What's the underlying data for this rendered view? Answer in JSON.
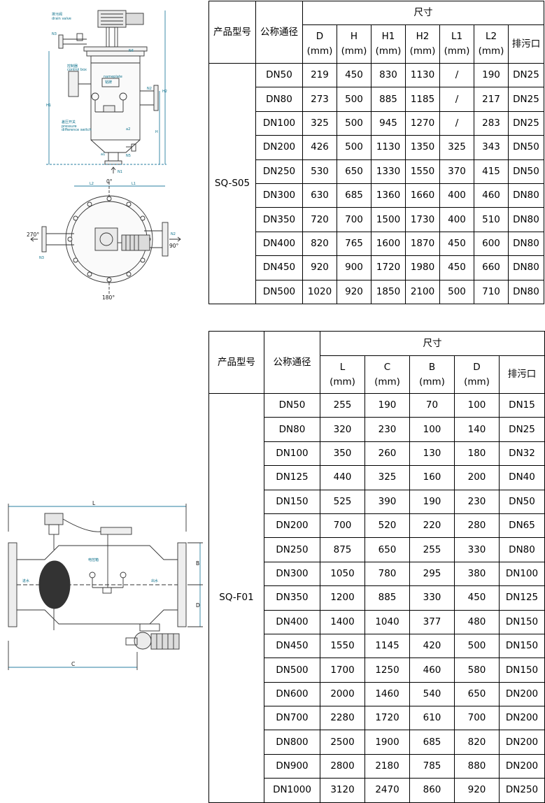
{
  "s05": {
    "header": {
      "model": "产品型号",
      "dn": "公称通径",
      "dims": "尺寸",
      "cols": [
        {
          "name": "D",
          "unit": "(mm)"
        },
        {
          "name": "H",
          "unit": "(mm)"
        },
        {
          "name": "H1",
          "unit": "(mm)"
        },
        {
          "name": "H2",
          "unit": "(mm)"
        },
        {
          "name": "L1",
          "unit": "(mm)"
        },
        {
          "name": "L2",
          "unit": "(mm)"
        }
      ],
      "drain": "排污口"
    },
    "model": "SQ-S05",
    "rows": [
      [
        "DN50",
        "219",
        "450",
        "830",
        "1130",
        "/",
        "190",
        "DN25"
      ],
      [
        "DN80",
        "273",
        "500",
        "885",
        "1185",
        "/",
        "217",
        "DN25"
      ],
      [
        "DN100",
        "325",
        "500",
        "945",
        "1270",
        "/",
        "283",
        "DN25"
      ],
      [
        "DN200",
        "426",
        "500",
        "1130",
        "1350",
        "325",
        "343",
        "DN50"
      ],
      [
        "DN250",
        "530",
        "650",
        "1330",
        "1550",
        "370",
        "415",
        "DN50"
      ],
      [
        "DN300",
        "630",
        "685",
        "1360",
        "1660",
        "400",
        "460",
        "DN80"
      ],
      [
        "DN350",
        "720",
        "700",
        "1500",
        "1730",
        "400",
        "510",
        "DN80"
      ],
      [
        "DN400",
        "820",
        "765",
        "1600",
        "1870",
        "450",
        "600",
        "DN80"
      ],
      [
        "DN450",
        "920",
        "900",
        "1720",
        "1980",
        "450",
        "660",
        "DN80"
      ],
      [
        "DN500",
        "1020",
        "920",
        "1850",
        "2100",
        "500",
        "710",
        "DN80"
      ]
    ]
  },
  "f01": {
    "header": {
      "model": "产品型号",
      "dn": "公称通径",
      "dims": "尺寸",
      "cols": [
        {
          "name": "L",
          "unit": "(mm)"
        },
        {
          "name": "C",
          "unit": "(mm)"
        },
        {
          "name": "B",
          "unit": "(mm)"
        },
        {
          "name": "D",
          "unit": "(mm)"
        }
      ],
      "drain": "排污口"
    },
    "model": "SQ-F01",
    "rows": [
      [
        "DN50",
        "255",
        "190",
        "70",
        "100",
        "DN15"
      ],
      [
        "DN80",
        "320",
        "230",
        "100",
        "140",
        "DN25"
      ],
      [
        "DN100",
        "350",
        "260",
        "130",
        "180",
        "DN32"
      ],
      [
        "DN125",
        "440",
        "325",
        "160",
        "200",
        "DN40"
      ],
      [
        "DN150",
        "525",
        "390",
        "190",
        "230",
        "DN50"
      ],
      [
        "DN200",
        "700",
        "520",
        "220",
        "280",
        "DN65"
      ],
      [
        "DN250",
        "875",
        "650",
        "255",
        "330",
        "DN80"
      ],
      [
        "DN300",
        "1050",
        "780",
        "295",
        "380",
        "DN100"
      ],
      [
        "DN350",
        "1200",
        "885",
        "330",
        "450",
        "DN125"
      ],
      [
        "DN400",
        "1400",
        "1040",
        "377",
        "480",
        "DN150"
      ],
      [
        "DN450",
        "1550",
        "1145",
        "420",
        "500",
        "DN150"
      ],
      [
        "DN500",
        "1700",
        "1250",
        "460",
        "580",
        "DN150"
      ],
      [
        "DN600",
        "2000",
        "1460",
        "540",
        "650",
        "DN200"
      ],
      [
        "DN700",
        "2280",
        "1720",
        "610",
        "700",
        "DN200"
      ],
      [
        "DN800",
        "2500",
        "1900",
        "685",
        "820",
        "DN200"
      ],
      [
        "DN900",
        "2800",
        "2180",
        "785",
        "880",
        "DN200"
      ],
      [
        "DN1000",
        "3120",
        "2470",
        "860",
        "920",
        "DN250"
      ]
    ]
  },
  "drawing1": {
    "labels": {
      "drain_valve": "排污阀",
      "drain_valve_en": "drain valve",
      "n3": "N3",
      "n4": "N4",
      "control_box": "控制器",
      "control_box_en": "control box",
      "nameplate": "铭牌",
      "nameplate_en": "nameplate",
      "pressure_switch": "差压开关",
      "pressure_switch_en1": "pressure",
      "pressure_switch_en2": "difference switch",
      "h1": "H1",
      "h2": "H2",
      "h": "H",
      "n2": "N2",
      "a1": "a1",
      "a2": "a2",
      "n5": "N5",
      "n1": "N1"
    }
  },
  "drawing2": {
    "labels": {
      "deg0": "0°",
      "l2": "L2",
      "l1": "L1",
      "deg270": "270°",
      "n3": "N3",
      "n2": "N2",
      "deg90": "90°",
      "deg180": "180°"
    }
  },
  "drawing3": {
    "labels": {
      "l": "L",
      "b": "B",
      "d": "D",
      "c": "C",
      "inlet": "进水",
      "outlet": "出水",
      "control_box": "电控箱"
    }
  }
}
